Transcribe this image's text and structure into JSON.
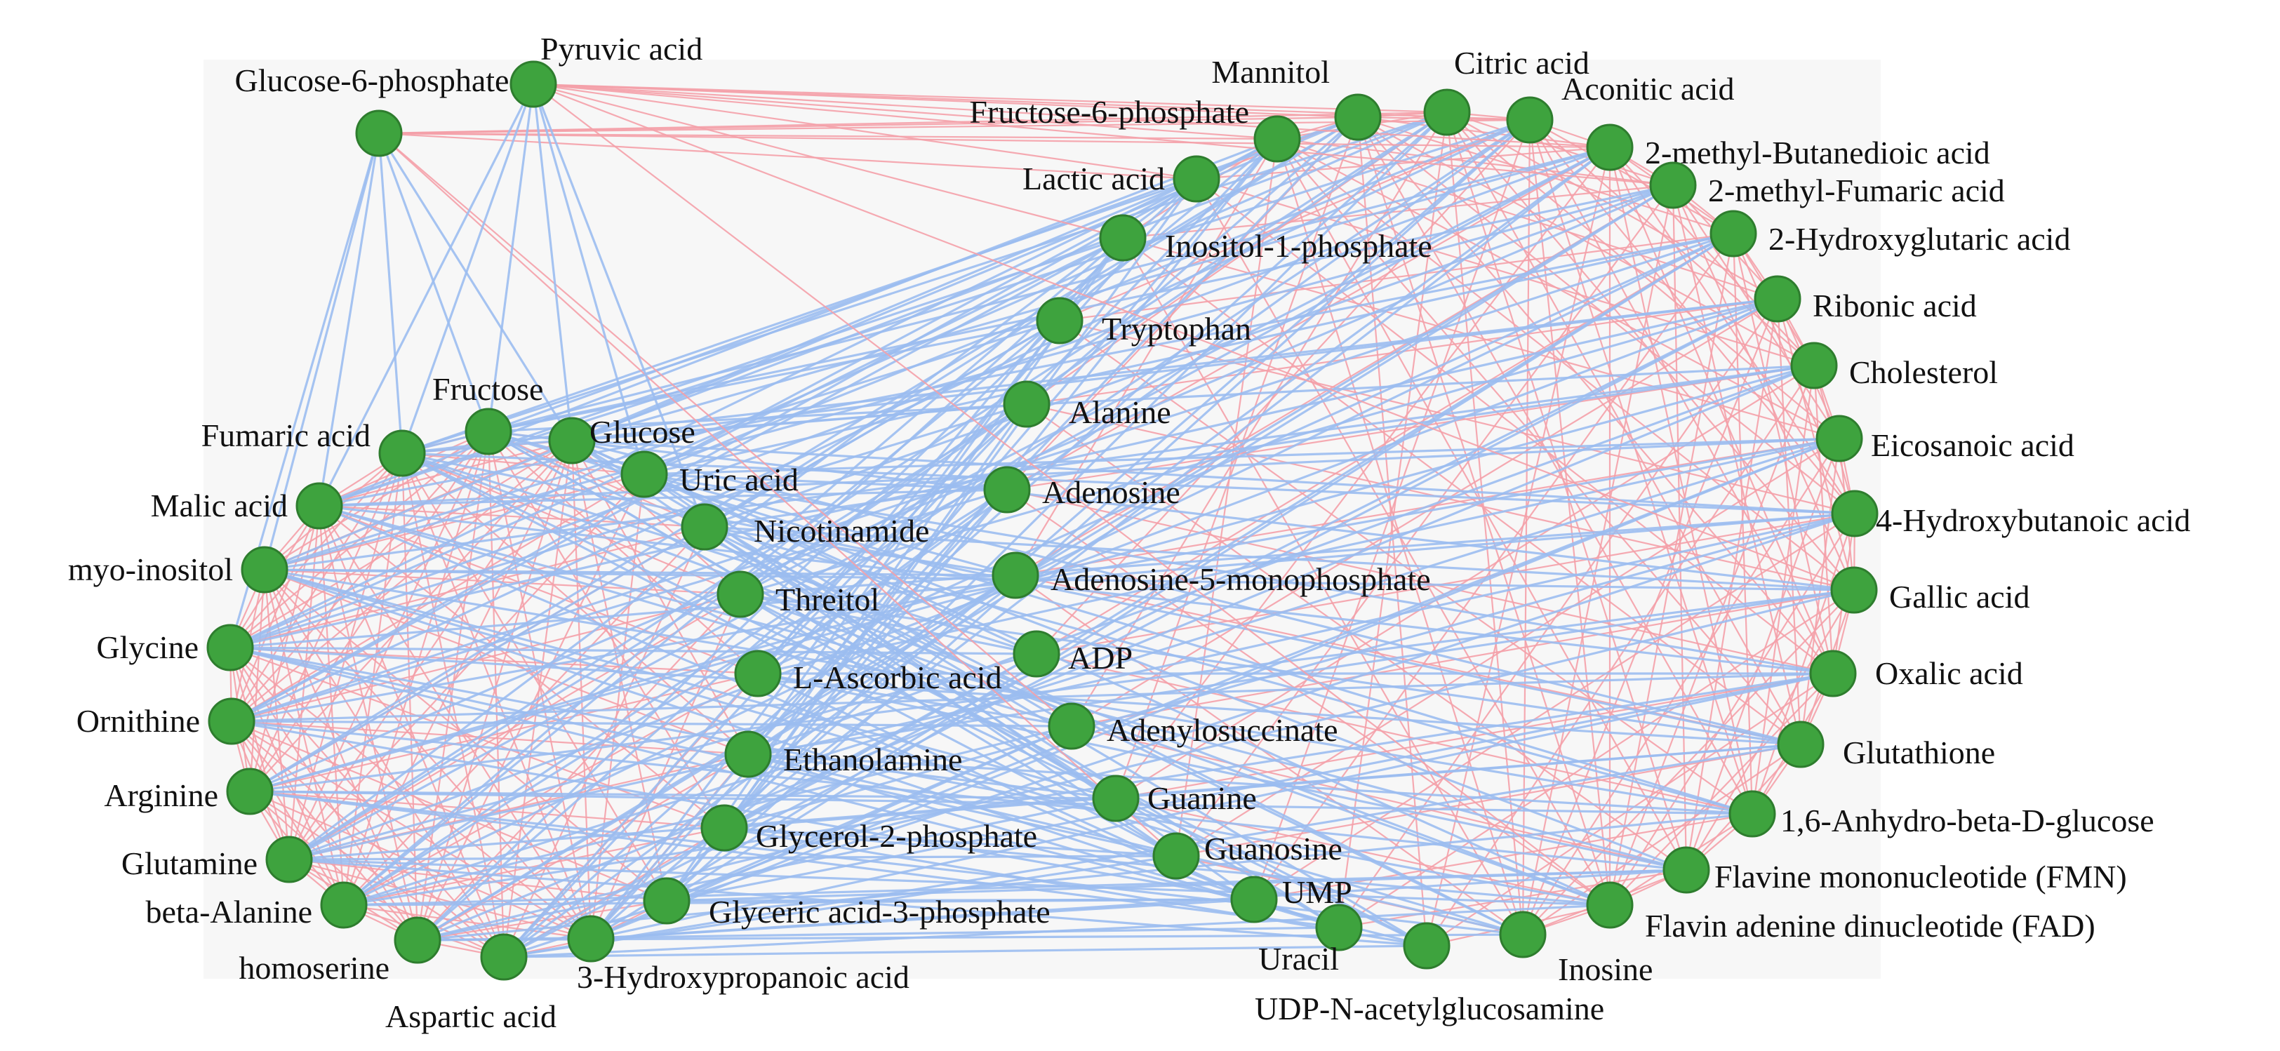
{
  "colors": {
    "node_fill": "#3ea33e",
    "node_stroke": "#2e7d2e",
    "edge_positive": "#f4a0a8",
    "edge_negative": "#9bbcf0",
    "panel_background": "#f7f7f7"
  },
  "nodes": [
    {
      "id": "g6p",
      "label": "Glucose-6-phosphate"
    },
    {
      "id": "pyruvic",
      "label": "Pyruvic acid"
    },
    {
      "id": "f6p",
      "label": "Fructose-6-phosphate"
    },
    {
      "id": "mannitol",
      "label": "Mannitol"
    },
    {
      "id": "citric",
      "label": "Citric acid"
    },
    {
      "id": "aconitic",
      "label": "Aconitic acid"
    },
    {
      "id": "mbutanedioic",
      "label": "2-methyl-Butanedioic acid"
    },
    {
      "id": "mfumaric",
      "label": "2-methyl-Fumaric acid"
    },
    {
      "id": "hydroxyglutaric",
      "label": "2-Hydroxyglutaric acid"
    },
    {
      "id": "lactic",
      "label": "Lactic acid"
    },
    {
      "id": "inositol1p",
      "label": "Inositol-1-phosphate"
    },
    {
      "id": "tryptophan",
      "label": "Tryptophan"
    },
    {
      "id": "alanine",
      "label": "Alanine"
    },
    {
      "id": "adenosine",
      "label": "Adenosine"
    },
    {
      "id": "amp",
      "label": "Adenosine-5-monophosphate"
    },
    {
      "id": "adp",
      "label": "ADP"
    },
    {
      "id": "adenylosuccinate",
      "label": "Adenylosuccinate"
    },
    {
      "id": "guanine",
      "label": "Guanine"
    },
    {
      "id": "guanosine",
      "label": "Guanosine"
    },
    {
      "id": "ump",
      "label": "UMP"
    },
    {
      "id": "uracil",
      "label": "Uracil"
    },
    {
      "id": "udpglcnac",
      "label": "UDP-N-acetylglucosamine"
    },
    {
      "id": "inosine",
      "label": "Inosine"
    },
    {
      "id": "fad",
      "label": "Flavin adenine dinucleotide (FAD)"
    },
    {
      "id": "fmn",
      "label": "Flavine mononucleotide (FMN)"
    },
    {
      "id": "anhydro",
      "label": "1,6-Anhydro-beta-D-glucose"
    },
    {
      "id": "glutathione",
      "label": "Glutathione"
    },
    {
      "id": "oxalic",
      "label": "Oxalic acid"
    },
    {
      "id": "gallic",
      "label": "Gallic acid"
    },
    {
      "id": "hydroxybutanoic",
      "label": "4-Hydroxybutanoic acid"
    },
    {
      "id": "eicosanoic",
      "label": "Eicosanoic acid"
    },
    {
      "id": "cholesterol",
      "label": "Cholesterol"
    },
    {
      "id": "ribonic",
      "label": "Ribonic acid"
    },
    {
      "id": "fructose",
      "label": "Fructose"
    },
    {
      "id": "glucose",
      "label": "Glucose"
    },
    {
      "id": "fumaric",
      "label": "Fumaric acid"
    },
    {
      "id": "uric",
      "label": "Uric acid"
    },
    {
      "id": "malic",
      "label": "Malic acid"
    },
    {
      "id": "nicotinamide",
      "label": "Nicotinamide"
    },
    {
      "id": "myoinositol",
      "label": "myo-inositol"
    },
    {
      "id": "threitol",
      "label": "Threitol"
    },
    {
      "id": "glycine",
      "label": "Glycine"
    },
    {
      "id": "ascorbic",
      "label": "L-Ascorbic acid"
    },
    {
      "id": "ornithine",
      "label": "Ornithine"
    },
    {
      "id": "ethanolamine",
      "label": "Ethanolamine"
    },
    {
      "id": "arginine",
      "label": "Arginine"
    },
    {
      "id": "glycerol2p",
      "label": "Glycerol-2-phosphate"
    },
    {
      "id": "glutamine",
      "label": "Glutamine"
    },
    {
      "id": "betaalanine",
      "label": "beta-Alanine"
    },
    {
      "id": "glyceric3p",
      "label": "Glyceric acid-3-phosphate"
    },
    {
      "id": "homoserine",
      "label": "homoserine"
    },
    {
      "id": "aspartic",
      "label": "Aspartic acid"
    },
    {
      "id": "hydroxypropanoic",
      "label": "3-Hydroxypropanoic acid"
    }
  ]
}
